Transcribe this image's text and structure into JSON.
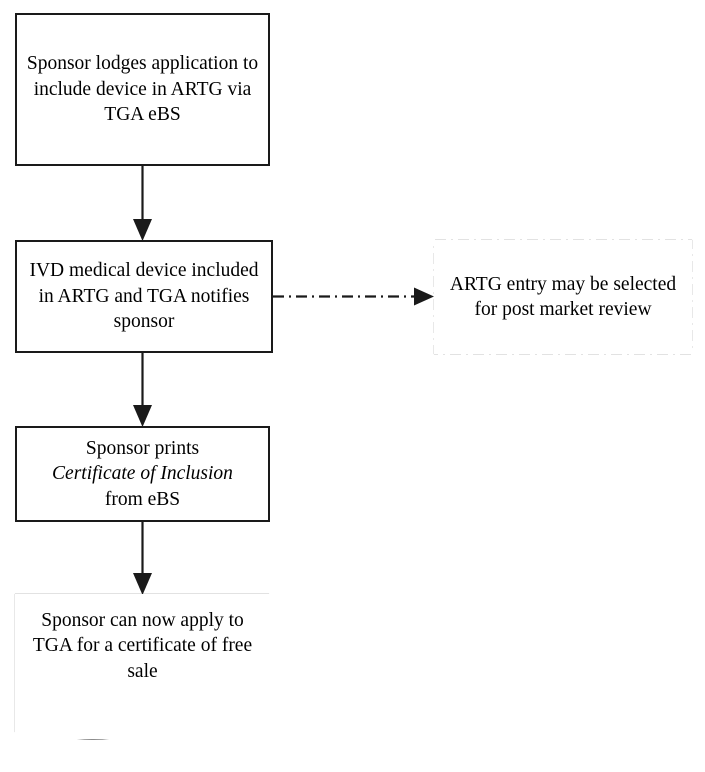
{
  "diagram": {
    "title": "IVD medical device ARTG inclusion process flowchart",
    "colors": {
      "stroke": "#1a1a1a",
      "fill": "#ffffff",
      "text": "#000000"
    },
    "nodes": {
      "lodge": {
        "text": "Sponsor lodges application to include device in ARTG via TGA eBS",
        "shape": "rectangle"
      },
      "included": {
        "text": "IVD medical device included in ARTG and TGA notifies sponsor",
        "shape": "rectangle"
      },
      "postmarket": {
        "text": "ARTG entry may be selected for post market review",
        "shape": "dash-dot-rectangle"
      },
      "certificate": {
        "line1": "Sponsor prints",
        "line2": "Certificate of Inclusion",
        "line3": "from eBS",
        "shape": "rectangle"
      },
      "freesale": {
        "text": "Sponsor can now apply to TGA for a certificate of free sale",
        "shape": "document"
      }
    },
    "connectors": {
      "lodge_to_included": {
        "style": "solid",
        "direction": "down",
        "arrowhead": "filled-triangle"
      },
      "included_to_certificate": {
        "style": "solid",
        "direction": "down",
        "arrowhead": "filled-triangle"
      },
      "certificate_to_freesale": {
        "style": "solid",
        "direction": "down",
        "arrowhead": "filled-triangle"
      },
      "included_to_postmarket": {
        "style": "dash-dot",
        "direction": "right",
        "arrowhead": "filled-triangle"
      }
    }
  }
}
